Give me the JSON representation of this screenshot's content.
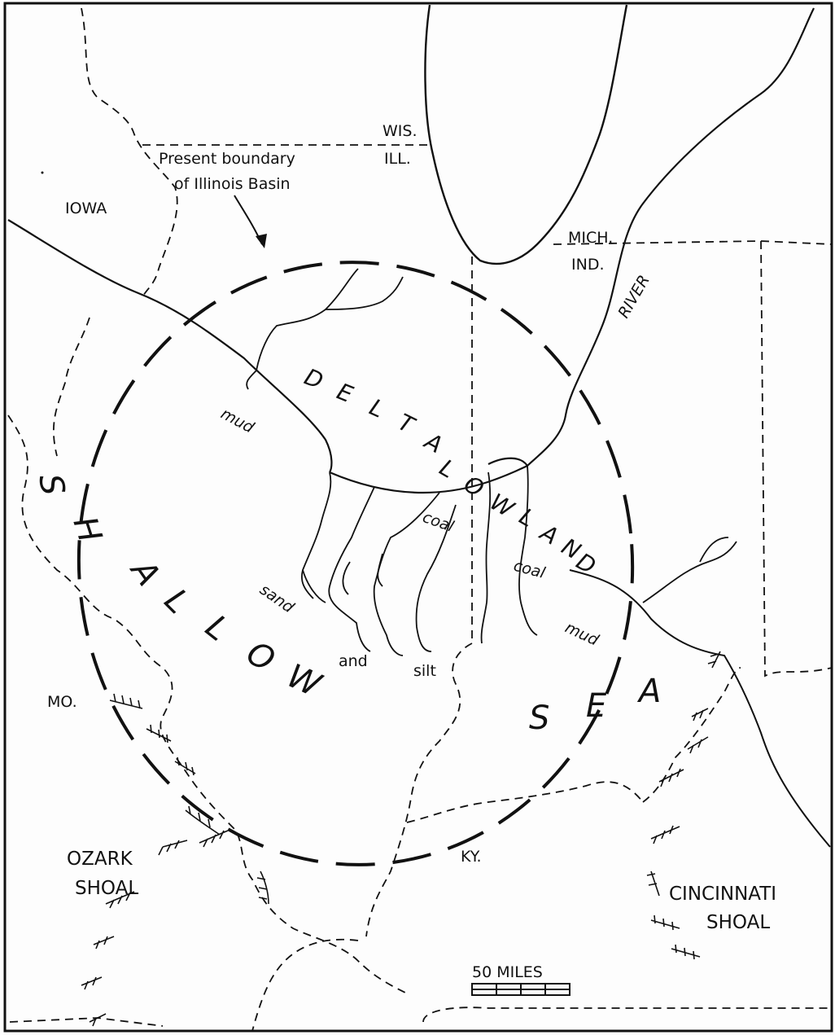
{
  "map": {
    "states": {
      "wis": "WIS.",
      "ill": "ILL.",
      "iowa": "IOWA",
      "mich": "MICH.",
      "ind": "IND.",
      "mo": "MO.",
      "ky": "KY."
    },
    "basin_boundary": {
      "line1": "Present boundary",
      "line2": "of Illinois Basin"
    },
    "river": "RIVER",
    "delta_word1": [
      "D",
      "E",
      "L",
      "T",
      "A"
    ],
    "delta_word2": [
      "L",
      "O",
      "W",
      "L",
      "A",
      "N",
      "D"
    ],
    "shallow": [
      "S",
      "H",
      "A",
      "L",
      "L",
      "O",
      "W"
    ],
    "sea": [
      "S",
      "E",
      "A"
    ],
    "sediments": {
      "mud_west": "mud",
      "coal_upper": "coal",
      "coal_lower": "coal",
      "mud_east": "mud",
      "sand": "sand",
      "and": "and",
      "silt": "silt"
    },
    "shoals": {
      "ozark_1": "OZARK",
      "ozark_2": "SHOAL",
      "cincinnati_1": "CINCINNATI",
      "cincinnati_2": "SHOAL"
    },
    "scale": {
      "label": "50 MILES",
      "value": 50,
      "unit": "MILES"
    },
    "colors": {
      "ink": "#111111",
      "paper": "#fdfdfd"
    }
  }
}
